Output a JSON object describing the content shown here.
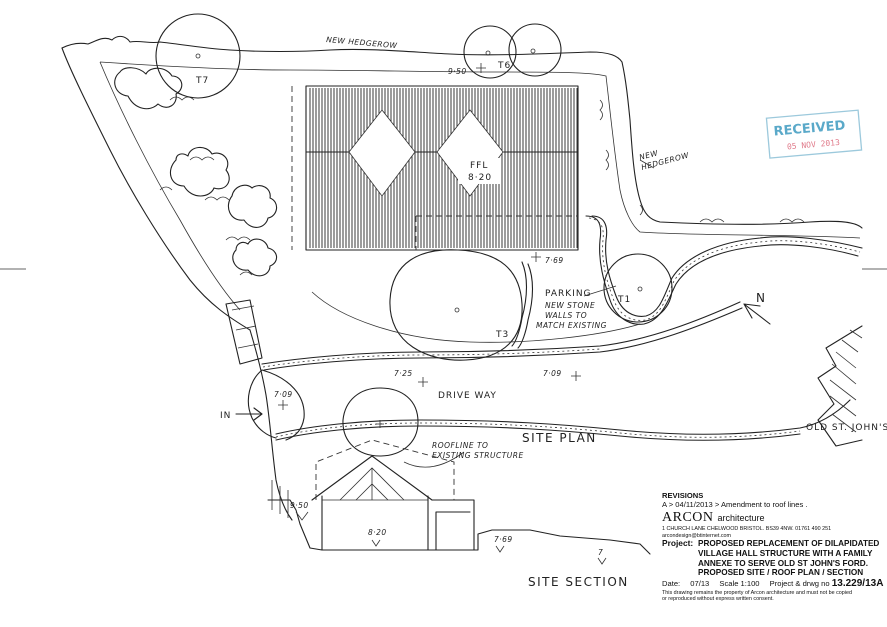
{
  "plan": {
    "trees": [
      "T7",
      "T6",
      "T1",
      "T3"
    ],
    "labels": {
      "new_hedgerow_top": "NEW HEDGEROW",
      "new_hedgerow_right_1": "NEW",
      "new_hedgerow_right_2": "HEDGEROW",
      "ffl": "FFL",
      "ffl_level": "8·20",
      "parking": "PARKING",
      "stone_walls_1": "NEW STONE",
      "stone_walls_2": "WALLS TO",
      "stone_walls_3": "MATCH EXISTING",
      "driveway": "DRIVE WAY",
      "site_plan": "SITE PLAN",
      "site_section": "SITE SECTION",
      "in": "IN",
      "north": "N",
      "old_st_johns": "OLD ST. JOHN'S",
      "roofline_1": "ROOFLINE TO",
      "roofline_2": "EXISTING STRUCTURE"
    },
    "levels": {
      "top": "9·50",
      "parking": "7·69",
      "driveway_left": "7·25",
      "driveway_right": "7·09",
      "entrance": "7·09",
      "section_left": "9·50",
      "section_building": "8·20",
      "section_mid": "7·69",
      "section_right": "7"
    }
  },
  "stamp": {
    "text": "RECEIVED",
    "date": "05 NOV 2013"
  },
  "title_block": {
    "revisions_label": "REVISIONS",
    "revision_line": "A > 04/11/2013 > Amendment to roof lines .",
    "company": "ARCON",
    "company_suffix": "architecture",
    "address": "1 CHURCH LANE CHELWOOD BRISTOL. BS39 4NW. 01761 490 251",
    "email": "arcondesign@btinternet.com",
    "project_label": "Project:",
    "project_lines": [
      "PROPOSED REPLACEMENT OF DILAPIDATED",
      "VILLAGE HALL STRUCTURE WITH A FAMILY",
      "ANNEXE TO SERVE OLD ST JOHN'S FORD.",
      "PROPOSED SITE / ROOF PLAN / SECTION"
    ],
    "date_label": "Date:",
    "date": "07/13",
    "scale": "Scale 1:100",
    "drawing_label": "Project & drwg no",
    "drawing_no": "13.229/13A",
    "disclaimer_1": "This drawing remains the property of Arcon architecture and must not be copied",
    "disclaimer_2": "or reproduced without express written consent."
  }
}
